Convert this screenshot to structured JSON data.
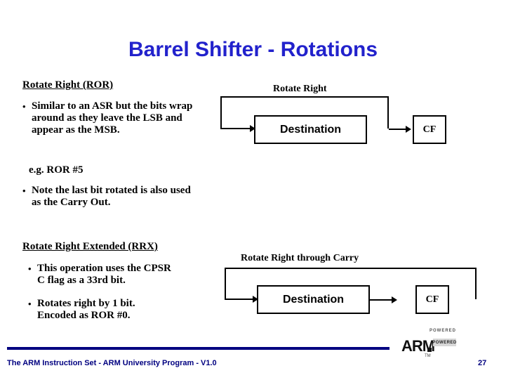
{
  "slide": {
    "title": "Barrel Shifter - Rotations",
    "sections": {
      "ror": {
        "heading": "Rotate Right (ROR)",
        "bullet1": "Similar to an ASR but the bits wrap around as they leave the LSB and appear as the MSB.",
        "example": "e.g. ROR #5",
        "bullet2": "Note the last bit rotated is also used as the Carry Out.",
        "diagram": {
          "label": "Rotate Right",
          "destination": "Destination",
          "carry_flag": "CF"
        }
      },
      "rrx": {
        "heading": "Rotate Right Extended (RRX)",
        "bullet1": "This operation uses the CPSR C flag as a 33rd bit.",
        "bullet2": "Rotates right by 1 bit. Encoded as ROR #0.",
        "diagram": {
          "label": "Rotate Right through Carry",
          "destination": "Destination",
          "carry_flag": "CF"
        }
      }
    },
    "footer": {
      "text": "The ARM Instruction Set - ARM University Program - V1.0",
      "page_number": "27"
    },
    "logo": {
      "powered_small": "POWERED",
      "wordmark": "ARM",
      "powered_box": "POWERED",
      "tm": "TM"
    },
    "colors": {
      "title": "#2222cc",
      "footer": "#000080",
      "ink": "#000000"
    }
  }
}
